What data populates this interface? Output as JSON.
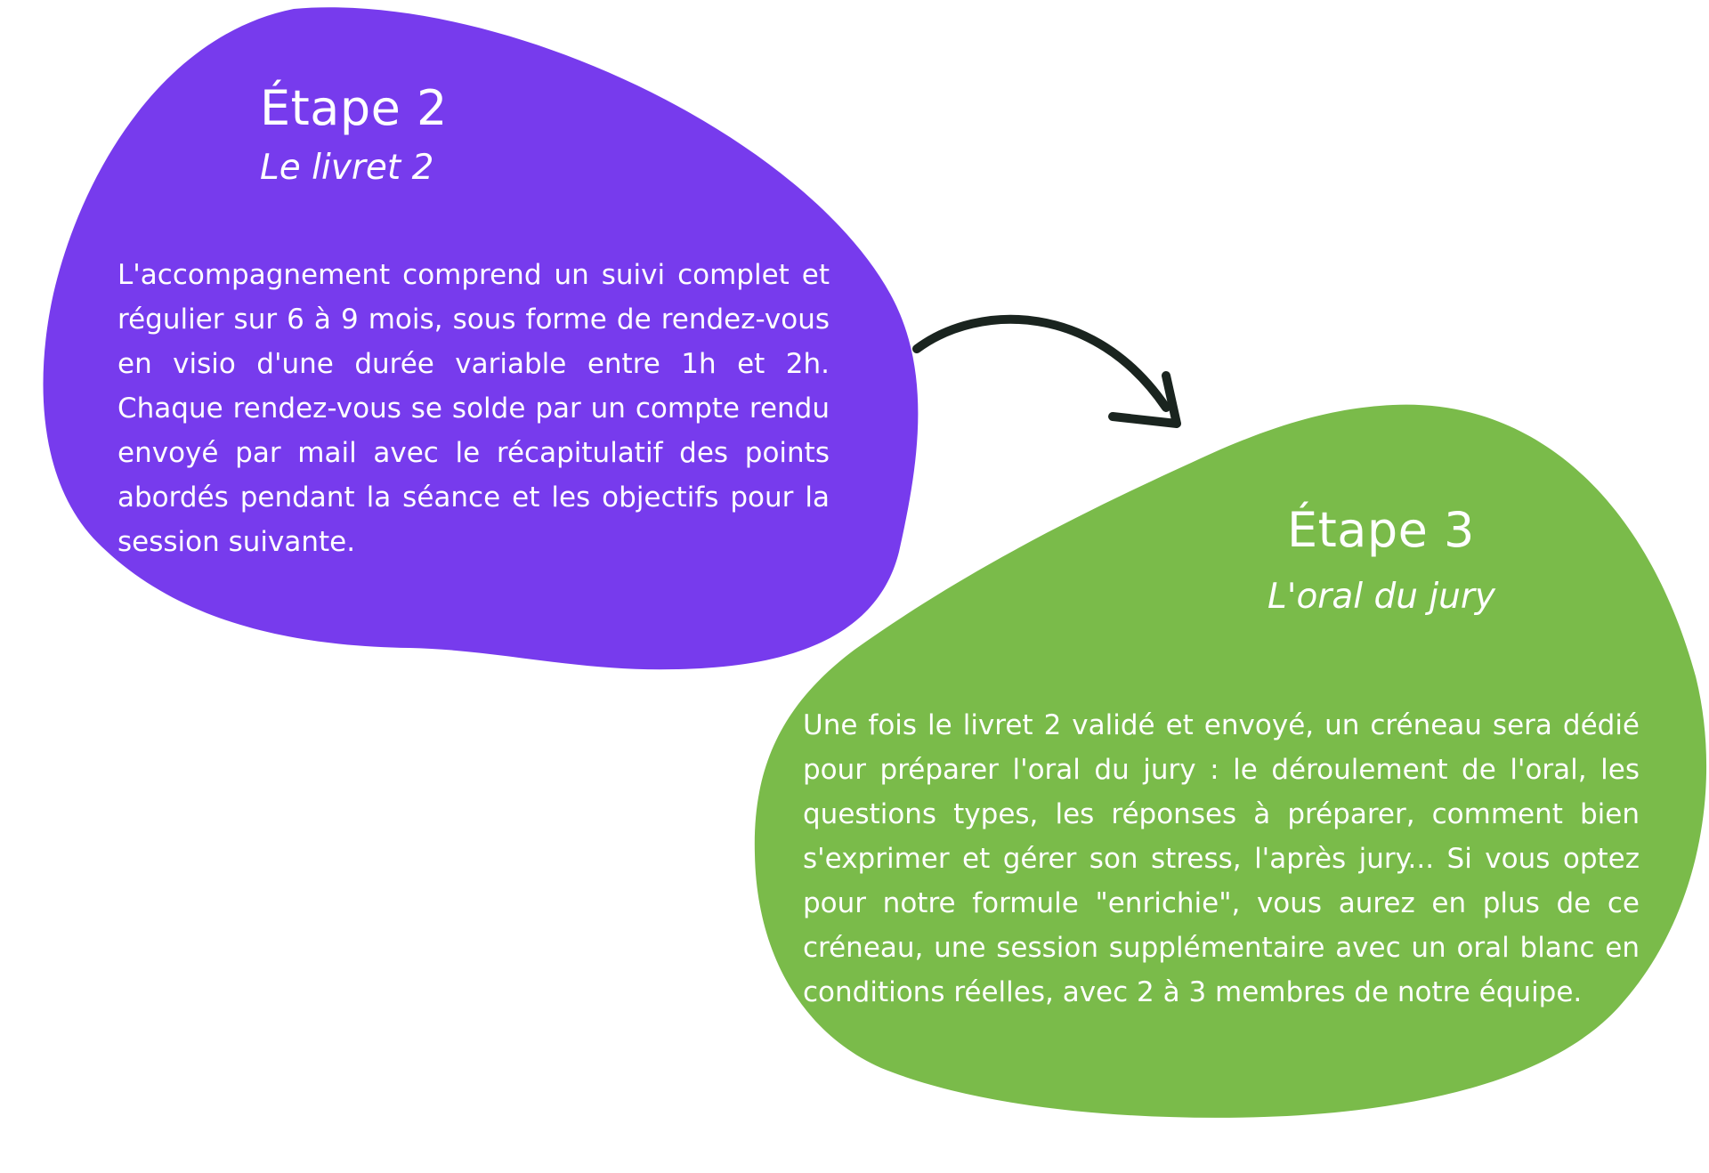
{
  "colors": {
    "step2_blob": "#773bed",
    "step3_blob": "#7abb4a",
    "arrow": "#1a241f",
    "text": "#ffffff",
    "background": "#ffffff"
  },
  "steps": [
    {
      "title": "Étape 2",
      "subtitle": "Le livret 2",
      "body": "L'accompagnement comprend un suivi complet et régulier sur 6 à 9 mois, sous forme de rendez-vous en visio d'une durée variable entre 1h et 2h. Chaque rendez-vous se solde par un compte rendu envoyé par mail avec le récapitulatif des points abordés pendant la séance et les objectifs pour la session suivante."
    },
    {
      "title": "Étape 3",
      "subtitle": "L'oral du jury",
      "body": "Une fois le livret 2 validé et envoyé, un créneau sera dédié pour préparer l'oral du jury : le déroulement de l'oral, les questions types, les réponses à préparer, comment bien s'exprimer et gérer son stress, l'après jury... Si vous optez pour notre formule \"enrichie\", vous aurez en plus de ce créneau, une session supplémentaire avec un oral blanc en conditions réelles, avec 2 à 3 membres de notre équipe."
    }
  ],
  "connector_icon": "curved-arrow-icon"
}
